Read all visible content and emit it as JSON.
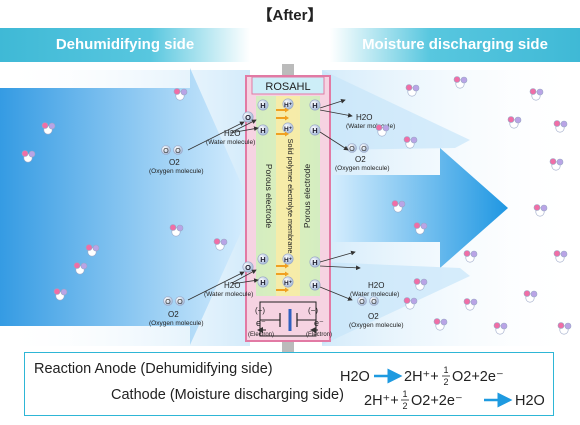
{
  "title": "【After】",
  "banner_left": "Dehumidifying side",
  "banner_right": "Moisture discharging side",
  "device": {
    "name": "ROSAHL",
    "left_label": "Porous electrode",
    "center_label": "Solid polymer electrolyte membrane",
    "right_label": "Porous electrode",
    "plus": "(+)",
    "minus": "(−)",
    "electron": "e⁻",
    "electron_label": "(Electron)"
  },
  "molecules": {
    "h2o": "H2O",
    "h2o_desc": "(Water molecule)",
    "o2": "O2",
    "o2_desc": "(Oxygen molecule)",
    "o_atom": "O",
    "h_atom": "H",
    "h_ion": "H⁺"
  },
  "reaction": {
    "label": "Reaction",
    "anode_label": "Anode (Dehumidifying side)",
    "cathode_label": "Cathode (Moisture discharging side)",
    "anode_lhs": "H2O",
    "anode_rhs_a": "2H⁺+",
    "anode_rhs_b": "O2+2e⁻",
    "cathode_lhs_a": "2H⁺+",
    "cathode_lhs_b": "O2+2e⁻",
    "cathode_rhs": "H2O",
    "half_num": "1",
    "half_den": "2"
  },
  "colors": {
    "banner": "#3fb9d6",
    "arrow": "#2a9be0",
    "frame": "#e27aa4",
    "membrane": "#f4e8a0",
    "electrode": "#c8e6b8",
    "molecule_pink": "#f06ea6",
    "molecule_lilac": "#b9a4e6",
    "molecule_white": "#ffffff"
  }
}
